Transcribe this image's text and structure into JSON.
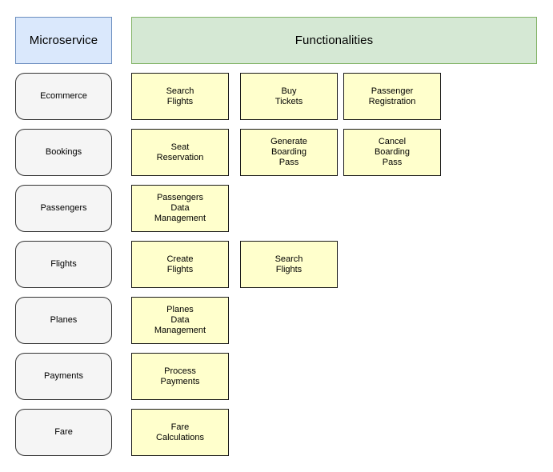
{
  "diagram": {
    "title_columns": {
      "microservice": "Microservice",
      "functionalities": "Functionalities"
    },
    "colors": {
      "header_microservice_fill": "#dae8fc",
      "header_microservice_border": "#6c8ebf",
      "header_functionalities_fill": "#d5e8d4",
      "header_functionalities_border": "#82b366",
      "service_fill": "#f5f5f5",
      "service_border": "#333333",
      "functionality_fill": "#ffffcc",
      "functionality_border": "#1a1a1a",
      "background": "#ffffff",
      "text": "#000000"
    },
    "rows": [
      {
        "service": "Ecommerce",
        "functionalities": [
          "Search\nFlights",
          "Buy\nTickets",
          "Passenger\nRegistration"
        ]
      },
      {
        "service": "Bookings",
        "functionalities": [
          "Seat\nReservation",
          "Generate\nBoarding\nPass",
          "Cancel\nBoarding\nPass"
        ]
      },
      {
        "service": "Passengers",
        "functionalities": [
          "Passengers\nData\nManagement"
        ]
      },
      {
        "service": "Flights",
        "functionalities": [
          "Create\nFlights",
          "Search\nFlights"
        ]
      },
      {
        "service": "Planes",
        "functionalities": [
          "Planes\nData\nManagement"
        ]
      },
      {
        "service": "Payments",
        "functionalities": [
          "Process\nPayments"
        ]
      },
      {
        "service": "Fare",
        "functionalities": [
          "Fare\nCalculations"
        ]
      }
    ]
  }
}
